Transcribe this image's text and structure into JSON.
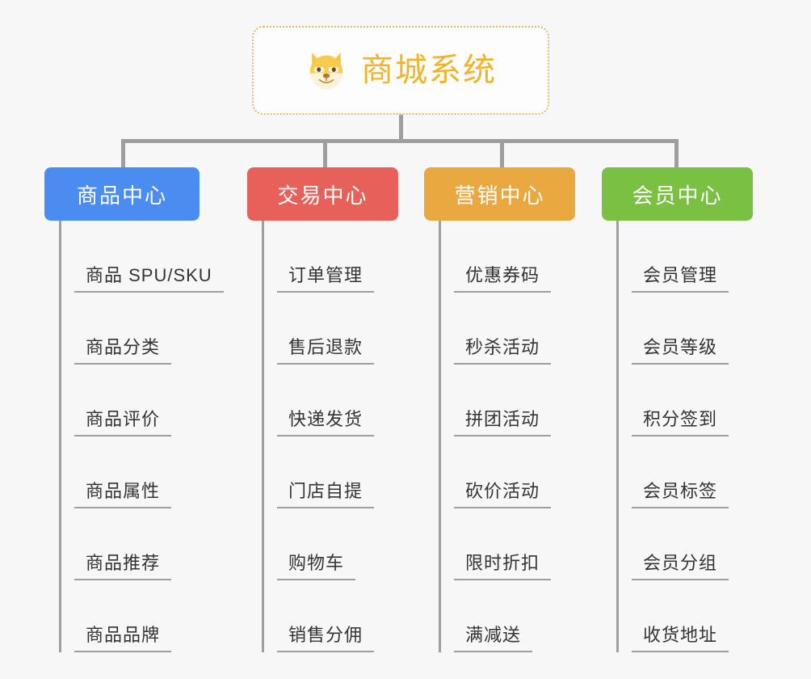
{
  "diagram": {
    "type": "mindmap-org-chart",
    "background_color": "#f7f7f7",
    "root": {
      "title": "商城系统",
      "icon": "dog-face-emoji",
      "border_color": "#e8b760",
      "text_color": "#f0b429"
    },
    "categories": [
      {
        "label": "商品中心",
        "color": "#4a8cf0",
        "items": [
          "商品 SPU/SKU",
          "商品分类",
          "商品评价",
          "商品属性",
          "商品推荐",
          "商品品牌"
        ]
      },
      {
        "label": "交易中心",
        "color": "#e8605a",
        "items": [
          "订单管理",
          "售后退款",
          "快递发货",
          "门店自提",
          "购物车",
          "销售分佣"
        ]
      },
      {
        "label": "营销中心",
        "color": "#eaa940",
        "items": [
          "优惠券码",
          "秒杀活动",
          "拼团活动",
          "砍价活动",
          "限时折扣",
          "满减送"
        ]
      },
      {
        "label": "会员中心",
        "color": "#7ac143",
        "items": [
          "会员管理",
          "会员等级",
          "积分签到",
          "会员标签",
          "会员分组",
          "收货地址"
        ]
      }
    ],
    "connector_color": "#9e9e9e"
  }
}
